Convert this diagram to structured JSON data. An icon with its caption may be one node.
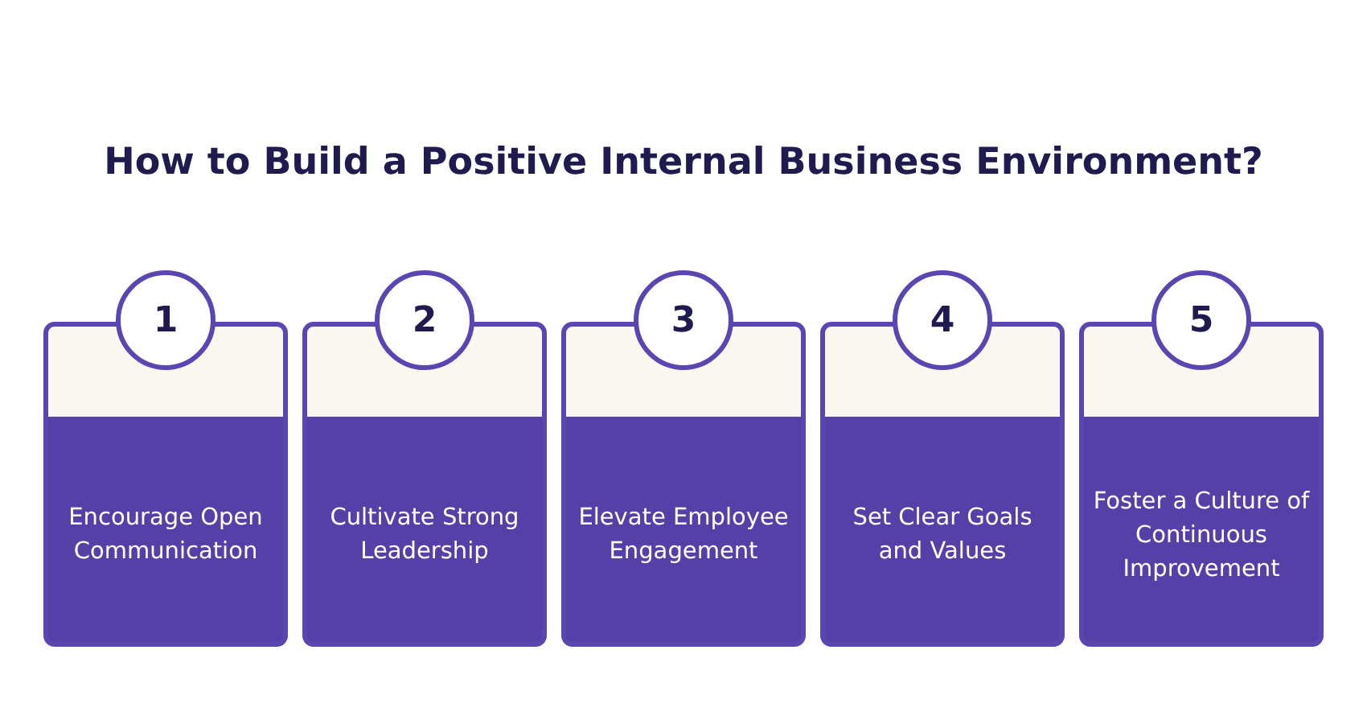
{
  "diagram": {
    "title": "How to Build a Positive Internal Business Environment?",
    "nodes": [
      {
        "text": [
          "1",
          "Encourage Open Communication"
        ]
      },
      {
        "text": [
          "2",
          "Cultivate Strong Leadership"
        ]
      },
      {
        "text": [
          "3",
          "Elevate Employee Engagement"
        ]
      },
      {
        "text": [
          "4",
          "Set Clear Goals and Values"
        ]
      },
      {
        "text": [
          "5",
          "Foster a Culture of Continuous Improvement"
        ]
      }
    ],
    "edges": []
  }
}
